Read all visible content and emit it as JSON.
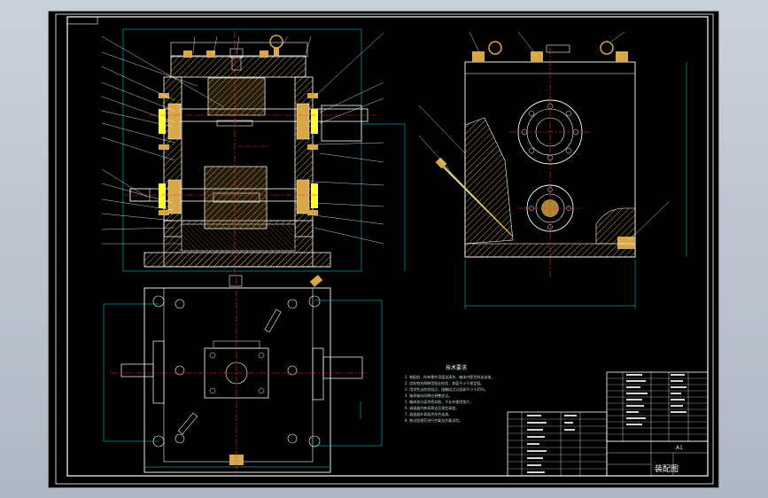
{
  "drawing": {
    "background": "#000000",
    "colors": {
      "outline": "#ffffff",
      "hatch": "#c89a3a",
      "part": "#d8a848",
      "centerline": "#ff2a2a",
      "dimension": "#00e5ee",
      "leader": "#ffff33",
      "bearing": "#ffff33"
    },
    "views": [
      "front-section-view",
      "side-view",
      "top-view"
    ]
  },
  "title_block": {
    "title": "装配图",
    "school": "",
    "sheet": "A1"
  },
  "tech_notes": {
    "title": "技术要求",
    "lines": [
      "1. 装配前，所有零件用煤油清洗，箱体内壁涂耐油油漆。",
      "2. 齿轮啮合侧隙用铅丝检验，其值不小于规定值。",
      "3. 用涂色法检验斑点，接触斑点沿齿高不小于45%。",
      "4. 轴承轴向间隙应调整适当。",
      "5. 箱体剖分面涂密封胶，不允许使用垫片。",
      "6. 减速器内装润滑油至规定高度。",
      "7. 减速器外表面涂灰色油漆。",
      "8. 按试验规范进行空载及负载试验。"
    ]
  }
}
